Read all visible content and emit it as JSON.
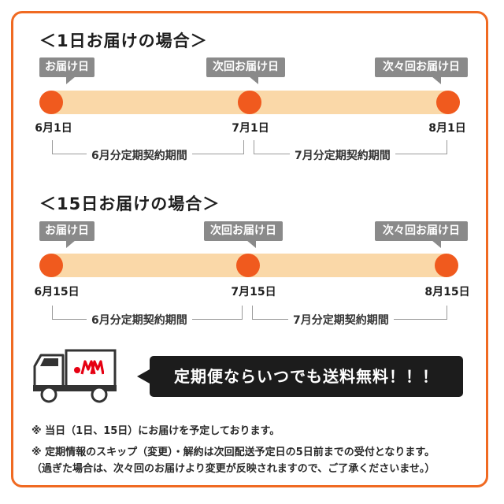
{
  "colors": {
    "accent": "#f05a1e",
    "frame": "#f06a22",
    "track": "#fad8a8",
    "tag": "#8a8a8a",
    "banner": "#1c1c1c"
  },
  "schedule_1": {
    "title": "＜1日お届けの場合＞",
    "tags": [
      "お届け日",
      "次回お届け日",
      "次々回お届け日"
    ],
    "dates": [
      "6月1日",
      "7月1日",
      "8月1日"
    ],
    "periods": [
      "6月分定期契約期間",
      "7月分定期契約期間"
    ]
  },
  "schedule_15": {
    "title": "＜15日お届けの場合＞",
    "tags": [
      "お届け日",
      "次回お届け日",
      "次々回お届け日"
    ],
    "dates": [
      "6月15日",
      "7月15日",
      "8月15日"
    ],
    "periods": [
      "6月分定期契約期間",
      "7月分定期契約期間"
    ]
  },
  "truck": {
    "icon": "delivery-truck-icon",
    "logo_icon": "brand-logo-icon"
  },
  "banner": {
    "text": "定期便ならいつでも送料無料！！！"
  },
  "notes": [
    "※ 当日（1日、15日）にお届けを予定しております。",
    "※ 定期情報のスキップ（変更）・解約は次回配送予定日の5日前までの受付となります。",
    "（過ぎた場合は、次々回のお届けより変更が反映されますので、ご了承くださいませ。）"
  ]
}
